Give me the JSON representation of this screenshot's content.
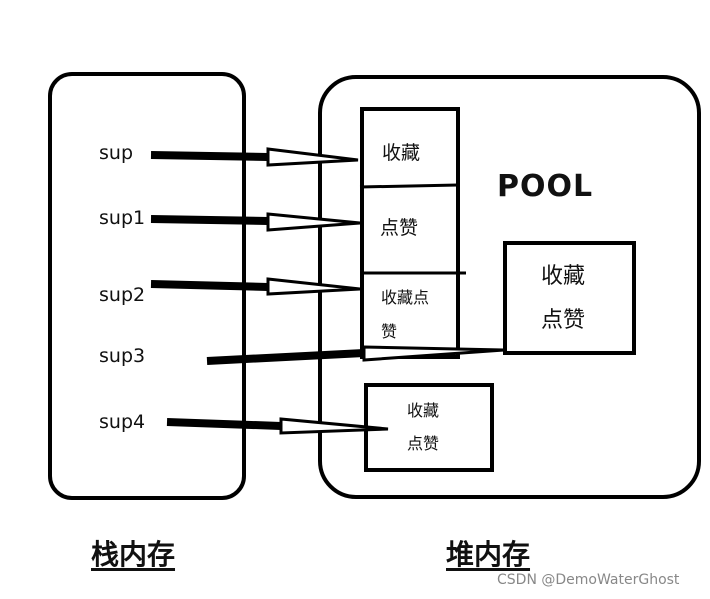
{
  "stack": {
    "vars": [
      "sup",
      "sup1",
      "sup2",
      "sup3",
      "sup4"
    ],
    "label": "栈内存"
  },
  "heap": {
    "label": "堆内存",
    "pool_title": "POOL",
    "pool_cells": [
      "收藏",
      "点赞",
      "收藏点",
      "赞"
    ],
    "object_a": [
      "收藏",
      "点赞"
    ],
    "object_b": [
      "收藏",
      "点赞"
    ]
  },
  "watermark": "CSDN @DemoWaterGhost"
}
